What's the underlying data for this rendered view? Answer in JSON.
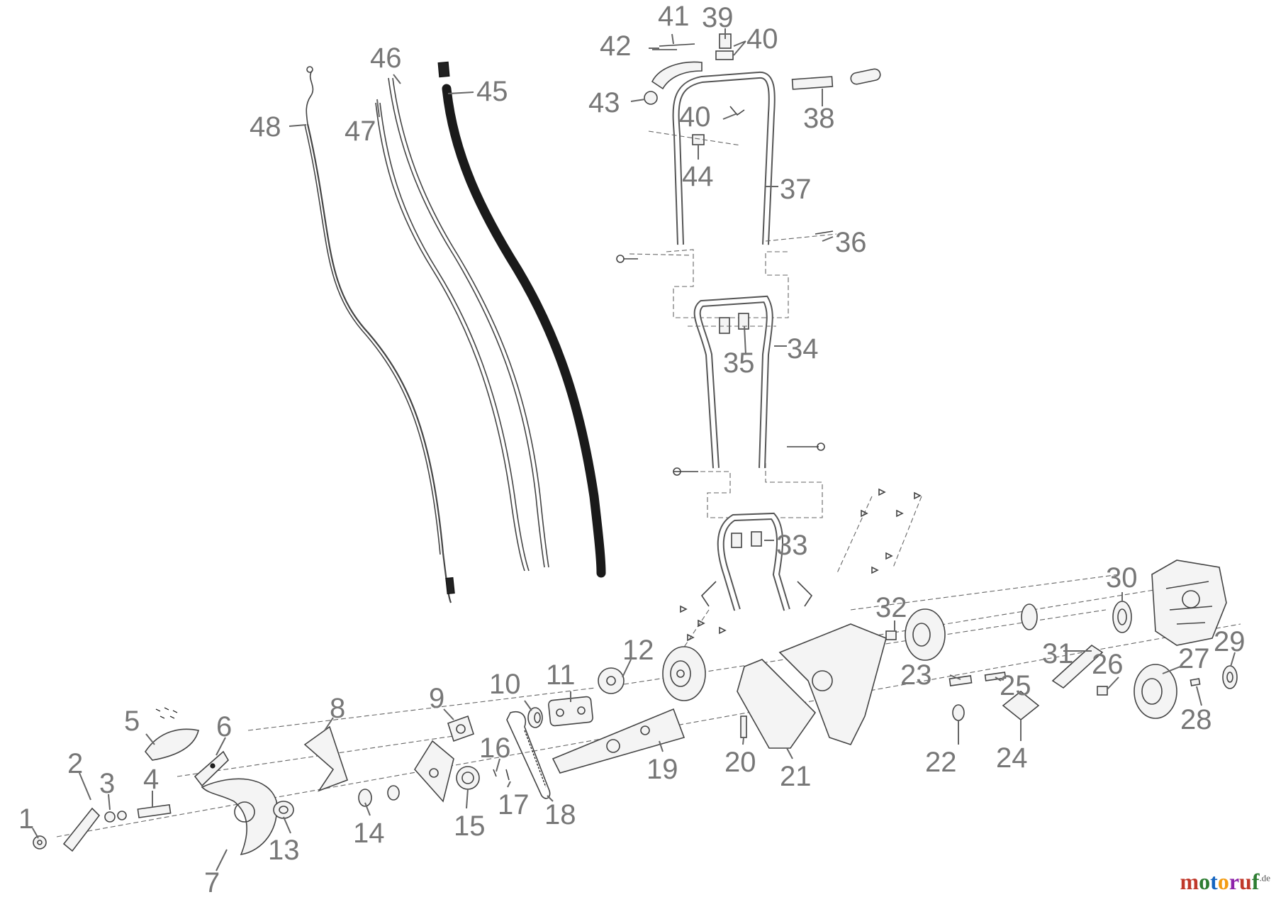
{
  "logo": {
    "text": "motoruf",
    "suffix": ".de",
    "colors": [
      "#c0392b",
      "#2e7d32",
      "#1565c0",
      "#f39c12",
      "#8e24aa",
      "#c0392b",
      "#2e7d32"
    ]
  },
  "labels": [
    {
      "id": "1",
      "text": "1"
    },
    {
      "id": "2",
      "text": "2"
    },
    {
      "id": "3",
      "text": "3"
    },
    {
      "id": "4",
      "text": "4"
    },
    {
      "id": "5",
      "text": "5"
    },
    {
      "id": "6",
      "text": "6"
    },
    {
      "id": "7",
      "text": "7"
    },
    {
      "id": "8",
      "text": "8"
    },
    {
      "id": "9",
      "text": "9"
    },
    {
      "id": "10",
      "text": "10"
    },
    {
      "id": "11",
      "text": "11"
    },
    {
      "id": "12",
      "text": "12"
    },
    {
      "id": "13",
      "text": "13"
    },
    {
      "id": "14",
      "text": "14"
    },
    {
      "id": "15",
      "text": "15"
    },
    {
      "id": "16",
      "text": "16"
    },
    {
      "id": "17",
      "text": "17"
    },
    {
      "id": "18",
      "text": "18"
    },
    {
      "id": "19",
      "text": "19"
    },
    {
      "id": "20",
      "text": "20"
    },
    {
      "id": "21",
      "text": "21"
    },
    {
      "id": "22",
      "text": "22"
    },
    {
      "id": "23",
      "text": "23"
    },
    {
      "id": "24",
      "text": "24"
    },
    {
      "id": "25",
      "text": "25"
    },
    {
      "id": "26",
      "text": "26"
    },
    {
      "id": "27",
      "text": "27"
    },
    {
      "id": "28",
      "text": "28"
    },
    {
      "id": "29",
      "text": "29"
    },
    {
      "id": "30",
      "text": "30"
    },
    {
      "id": "31",
      "text": "31"
    },
    {
      "id": "32",
      "text": "32"
    },
    {
      "id": "33",
      "text": "33"
    },
    {
      "id": "34",
      "text": "34"
    },
    {
      "id": "35",
      "text": "35"
    },
    {
      "id": "36",
      "text": "36"
    },
    {
      "id": "37",
      "text": "37"
    },
    {
      "id": "38",
      "text": "38"
    },
    {
      "id": "39",
      "text": "39"
    },
    {
      "id": "40a",
      "text": "40"
    },
    {
      "id": "40b",
      "text": "40"
    },
    {
      "id": "41",
      "text": "41"
    },
    {
      "id": "42",
      "text": "42"
    },
    {
      "id": "43",
      "text": "43"
    },
    {
      "id": "44",
      "text": "44"
    },
    {
      "id": "45",
      "text": "45"
    },
    {
      "id": "46",
      "text": "46"
    },
    {
      "id": "47",
      "text": "47"
    },
    {
      "id": "48",
      "text": "48"
    }
  ]
}
